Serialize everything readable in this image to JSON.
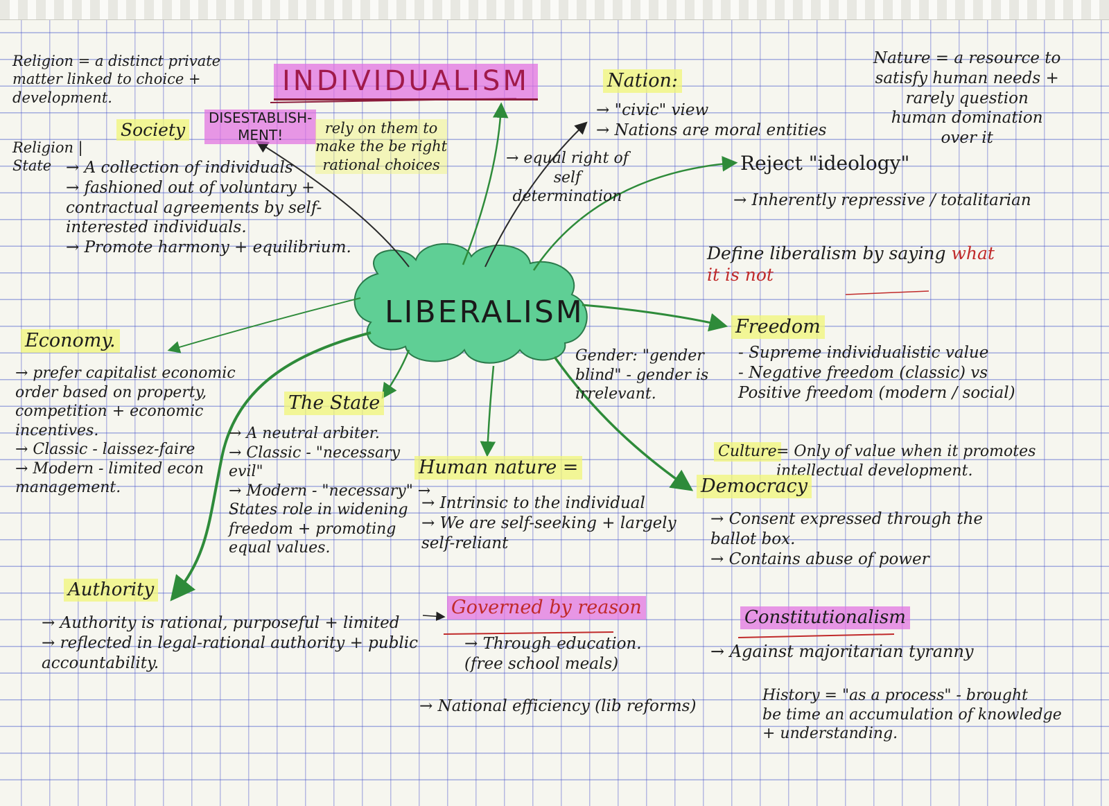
{
  "center": "LIBERALISM",
  "individualism": {
    "title": "INDIVIDUALISM",
    "badge": "DISESTABLISH-\nMENT!",
    "note": "rely on them to\nmake the be right\nrational choices"
  },
  "religion": "Religion = a distinct private\nmatter linked to choice +\ndevelopment.",
  "religion_state": "Religion |\nState",
  "society": {
    "heading": "Society",
    "points": "→ A collection of individuals\n→ fashioned out of voluntary +\ncontractual agreements by self-\ninterested individuals.\n→ Promote harmony + equilibrium."
  },
  "nation": {
    "heading": "Nation:",
    "points": "→ \"civic\" view\n→ Nations are moral entities",
    "equal_rights": "→ equal right of\nself\ndetermination"
  },
  "nature": "Nature = a resource to\nsatisfy human needs +\nrarely question\nhuman domination\nover it",
  "ideology": {
    "heading": "Reject \"ideology\"",
    "point": "→ Inherently repressive / totalitarian",
    "define_prefix": "Define liberalism by saying",
    "define_red": "what\nit is not"
  },
  "freedom": {
    "heading": "Freedom",
    "points": "- Supreme individualistic value\n- Negative freedom (classic) vs\n  Positive freedom (modern / social)"
  },
  "culture": {
    "heading": "Culture",
    "text": "= Only of value when it promotes\nintellectual development."
  },
  "gender": "Gender: \"gender\nblind\" - gender is\nirrelevant.",
  "economy": {
    "heading": "Economy.",
    "points": "→ prefer capitalist economic\norder based on property,\ncompetition + economic\nincentives.\n→ Classic - laissez-faire\n→ Modern - limited econ\nmanagement."
  },
  "state": {
    "heading": "The State",
    "points": "→ A neutral arbiter.\n→ Classic - \"necessary\nevil\"\n→ Modern - \"necessary\" →\nStates role in widening\nfreedom + promoting\nequal values."
  },
  "human_nature": {
    "heading": "Human nature =",
    "points": "→ Intrinsic to the individual\n→ We are self-seeking + largely\nself-reliant",
    "reason": "Governed by reason",
    "reason_points": "→ Through education.\n(free school meals)",
    "efficiency": "→ National efficiency (lib reforms)"
  },
  "democracy": {
    "heading": "Democracy",
    "points_a": "→ Consent expressed through the\nballot box.\n→ Contains abuse of power",
    "constitutionalism": "Constitutionalism",
    "points_b": "→ Against majoritarian tyranny"
  },
  "history": "History = \"as a process\" - brought\nbe time an accumulation of knowledge\n+ understanding.",
  "authority": {
    "heading": "Authority",
    "points": "→ Authority is rational, purposeful + limited\n→ reflected in legal-rational authority + public\naccountability."
  },
  "colors": {
    "cloud": "#5fcf95",
    "arrow_green": "#2e8b3a",
    "highlight_yellow": "#f0f578",
    "highlight_pink": "#e16ee1",
    "red_ink": "#c02a2a"
  }
}
